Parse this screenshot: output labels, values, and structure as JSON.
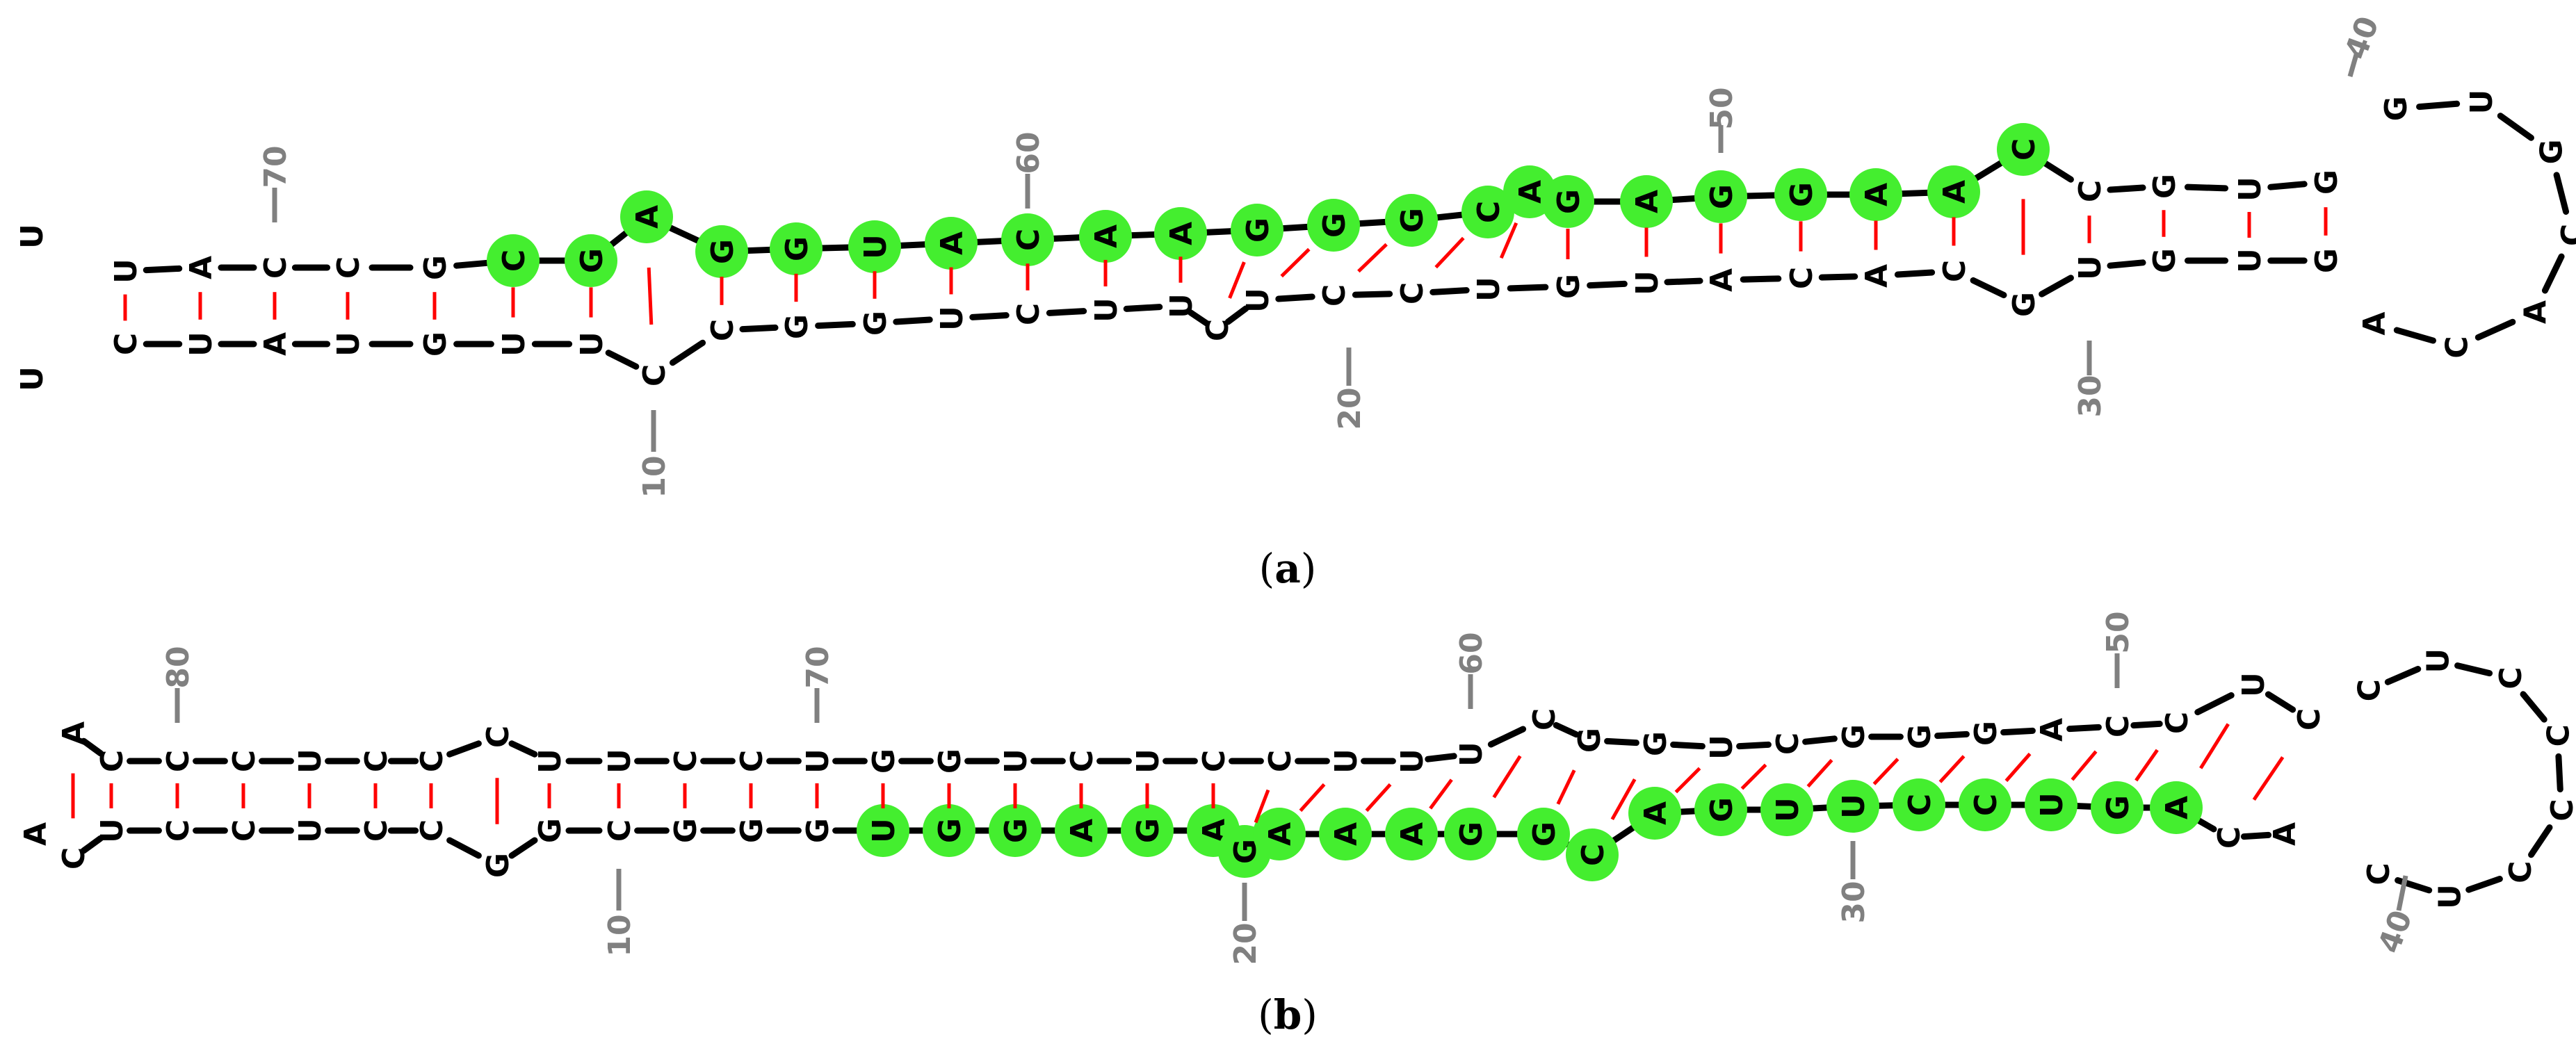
{
  "colors": {
    "backbone": "#000000",
    "base_pair": "#ff0000",
    "highlight": "#44ee2f",
    "number": "#808080",
    "letter": "#000000"
  },
  "panels": [
    {
      "caption": {
        "open": "(",
        "letter": "a",
        "close": ")"
      },
      "strands": [
        "U A C C G C C G A G G U A C A A G G G C A G A G G A A C G U G G U G U G C A C A U G U C C U C U U C U G G C C U U G U A U C C U G A C G G U U",
        "U U G G C A G G U G C C A U G U U G C"
      ],
      "highlighted": "C G A G G U A C A A G G G C A G A G G A A C",
      "numbers": [
        "10",
        "20",
        "30",
        "40",
        "50",
        "60",
        "70"
      ]
    },
    {
      "caption": {
        "open": "(",
        "letter": "b",
        "close": ")"
      },
      "strands": [
        "A C C C U C C C U U C C U G G U C U C C U U U C G G U C G G G A C C U C C U C C U C C G G C G G G C G C A G G G C G G A U G G A G G A A A G G C A G U U C C U G G A U",
        "A G G G G C G A G G G A U"
      ],
      "highlighted": "U G G A G A G A A A G G C A G U U C C U G A",
      "numbers": [
        "10",
        "20",
        "30",
        "40",
        "50",
        "60",
        "70",
        "80"
      ]
    }
  ]
}
